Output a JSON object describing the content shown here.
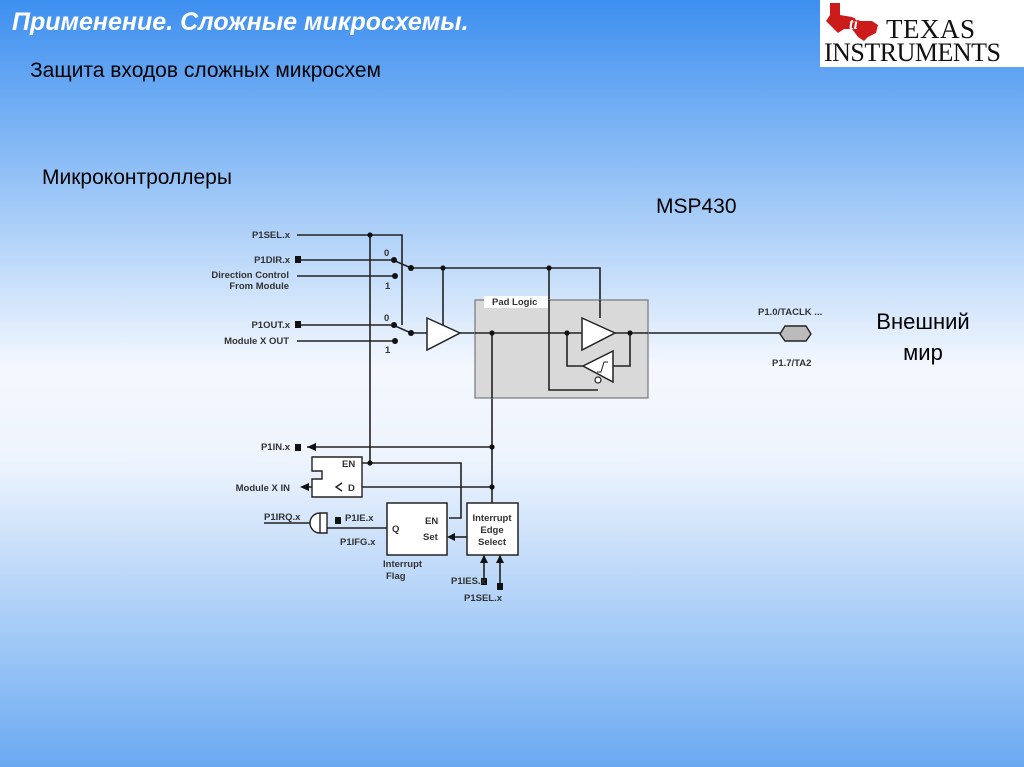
{
  "slide": {
    "title": "Применение. Сложные микросхемы.",
    "subtitle": "Защита входов сложных микросхем",
    "section_label": "Микроконтроллеры",
    "chip_label": "MSP430",
    "external_label_line1": "Внешний",
    "external_label_line2": "мир"
  },
  "logo": {
    "line1": "Texas",
    "line2": "Instruments",
    "brand_color": "#cc0000"
  },
  "diagram": {
    "p1sel": "P1SEL.x",
    "p1dir": "P1DIR.x",
    "dir_ctrl_1": "Direction Control",
    "dir_ctrl_2": "From Module",
    "p1out": "P1OUT.x",
    "mod_out": "Module X OUT",
    "mux_0": "0",
    "mux_1": "1",
    "pad_logic": "Pad Logic",
    "pin_1": "P1.0/TACLK ...",
    "pin_2": "P1.7/TA2",
    "p1in": "P1IN.x",
    "en": "EN",
    "d": "D",
    "mod_in": "Module X IN",
    "p1irq": "P1IRQ.x",
    "p1ie": "P1IE.x",
    "p1ifg": "P1IFG.x",
    "q": "Q",
    "set": "Set",
    "irq_flag_1": "Interrupt",
    "irq_flag_2": "Flag",
    "ies_1": "Interrupt",
    "ies_2": "Edge",
    "ies_3": "Select",
    "p1ies": "P1IES.x",
    "p1sel2": "P1SEL.x"
  }
}
